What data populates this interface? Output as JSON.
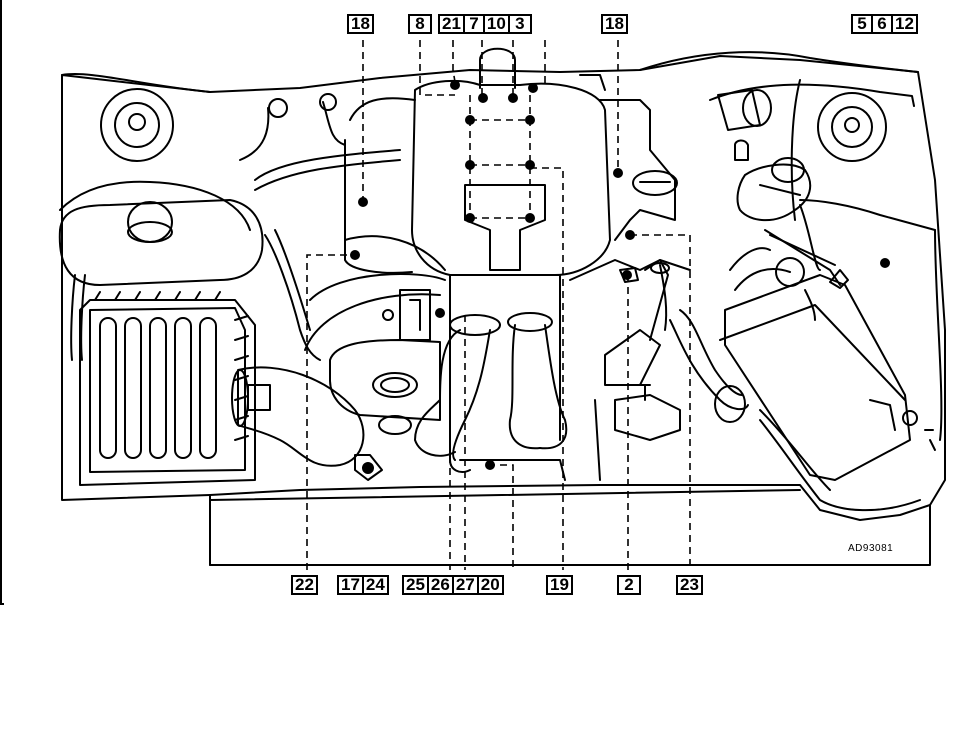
{
  "diagram": {
    "drawing_code": "AD93081",
    "top_labels": [
      {
        "id": "top-18-left",
        "numbers": [
          "18"
        ]
      },
      {
        "id": "top-8",
        "numbers": [
          "8"
        ]
      },
      {
        "id": "top-21-7-10-3",
        "numbers": [
          "21",
          "7",
          "10",
          "3"
        ]
      },
      {
        "id": "top-18-right",
        "numbers": [
          "18"
        ]
      },
      {
        "id": "top-5-6-12",
        "numbers": [
          "5",
          "6",
          "12"
        ]
      }
    ],
    "bottom_labels": [
      {
        "id": "bottom-22",
        "numbers": [
          "22"
        ]
      },
      {
        "id": "bottom-17-24",
        "numbers": [
          "17",
          "24"
        ]
      },
      {
        "id": "bottom-25-26-27-20",
        "numbers": [
          "25",
          "26",
          "27",
          "20"
        ]
      },
      {
        "id": "bottom-19",
        "numbers": [
          "19"
        ]
      },
      {
        "id": "bottom-2",
        "numbers": [
          "2"
        ]
      },
      {
        "id": "bottom-23",
        "numbers": [
          "23"
        ]
      }
    ]
  }
}
